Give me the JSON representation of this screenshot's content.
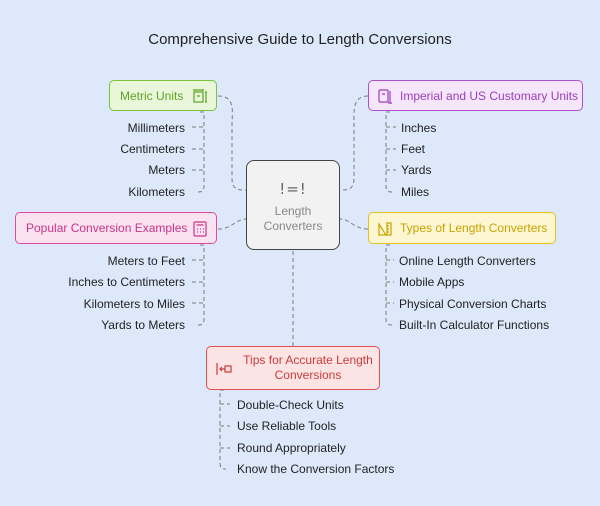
{
  "title": "Comprehensive Guide to Length Conversions",
  "center": {
    "label": "Length Converters",
    "icon": "not-equal-icon"
  },
  "metric": {
    "label": "Metric Units",
    "icon": "ruler-measure-icon",
    "color": "#7cc23a",
    "items": [
      "Millimeters",
      "Centimeters",
      "Meters",
      "Kilometers"
    ]
  },
  "imperial": {
    "label": "Imperial and US Customary Units",
    "icon": "document-ruler-icon",
    "color": "#b04fd0",
    "items": [
      "Inches",
      "Feet",
      "Yards",
      "Miles"
    ]
  },
  "popular": {
    "label": "Popular Conversion Examples",
    "icon": "calculator-icon",
    "color": "#e04aa0",
    "items": [
      "Meters to Feet",
      "Inches to Centimeters",
      "Kilometers to Miles",
      "Yards to Meters"
    ]
  },
  "types": {
    "label": "Types of Length Converters",
    "icon": "ruler-pencil-icon",
    "color": "#e8c21c",
    "items": [
      "Online Length Converters",
      "Mobile Apps",
      "Physical Conversion Charts",
      "Built-In Calculator Functions"
    ]
  },
  "tips": {
    "label": "Tips for Accurate Length Conversions",
    "icon": "arrow-to-box-icon",
    "color": "#e05050",
    "items": [
      "Double-Check Units",
      "Use Reliable Tools",
      "Round Appropriately",
      "Know the Conversion Factors"
    ]
  }
}
